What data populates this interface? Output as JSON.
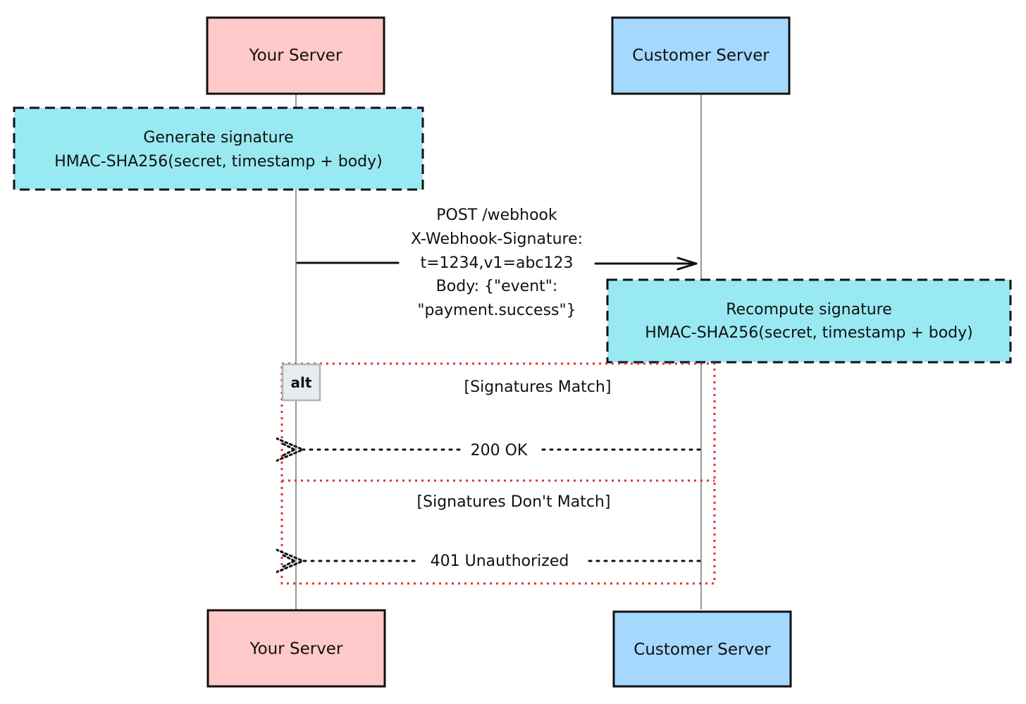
{
  "participants": [
    {
      "id": "your",
      "label": "Your Server",
      "color": "#ffc9c9"
    },
    {
      "id": "customer",
      "label": "Customer Server",
      "color": "#a5d8ff"
    }
  ],
  "notes": {
    "generate": {
      "line1": "Generate signature",
      "line2": "HMAC-SHA256(secret, timestamp + body)",
      "color": "#99e9f2"
    },
    "recompute": {
      "line1": "Recompute signature",
      "line2": "HMAC-SHA256(secret, timestamp + body)",
      "color": "#99e9f2"
    }
  },
  "messages": {
    "post": {
      "lines": [
        "POST /webhook",
        "X-Webhook-Signature:",
        "t=1234,v1=abc123",
        "Body: {\"event\":",
        "\"payment.success\"}"
      ]
    },
    "ok": {
      "label": "200 OK"
    },
    "unauthorized": {
      "label": "401 Unauthorized"
    }
  },
  "alt": {
    "keyword": "alt",
    "condition1": "[Signatures Match]",
    "condition2": "[Signatures Don't Match]",
    "border_color": "#e03131"
  }
}
